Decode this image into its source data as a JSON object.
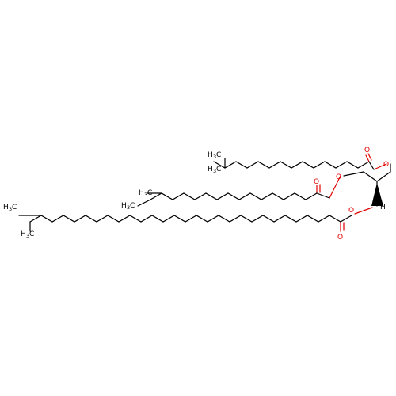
{
  "labels": {
    "oxygen": "O",
    "hydrogen": "H",
    "carbon": "C",
    "h3": "H",
    "sub3": "3"
  },
  "colors": {
    "bond": "#000000",
    "oxygen": "#e00000",
    "text": "#000000"
  }
}
